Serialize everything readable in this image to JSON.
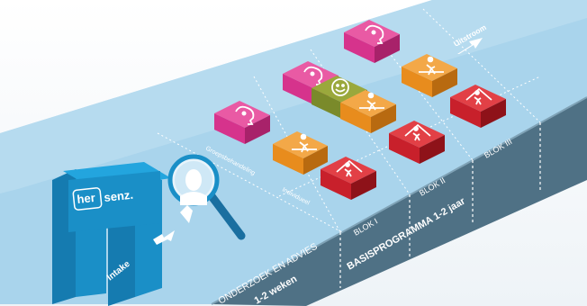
{
  "logo": {
    "part1": "her",
    "part2": "senz."
  },
  "labels": {
    "intake": "Intake",
    "uitstroom": "Uitstroom",
    "groepsbehandeling": "Groepsbehandeling",
    "individueel": "Individueel",
    "blok1": "BLOK I",
    "blok2": "BLOK II",
    "blok3": "BLOK III"
  },
  "phases": {
    "onderzoek_title": "ONDERZOEK EN ADVIES",
    "onderzoek_duration": "1-2 weken",
    "basis_title": "BASISPROGRAMMA 1-2 jaar"
  },
  "colors": {
    "background": "#ffffff",
    "track_top": "#a9d4ec",
    "track_side": "#4f7185",
    "sign": "#1a8fc7",
    "magenta": "#d6338c",
    "orange": "#e88c1d",
    "red": "#c8202b",
    "green": "#7a8a2a"
  },
  "icons": [
    "sign-post",
    "magnifier-person",
    "walking-person",
    "head-icon",
    "smiley-icon",
    "running-person",
    "house-person",
    "arrow"
  ]
}
